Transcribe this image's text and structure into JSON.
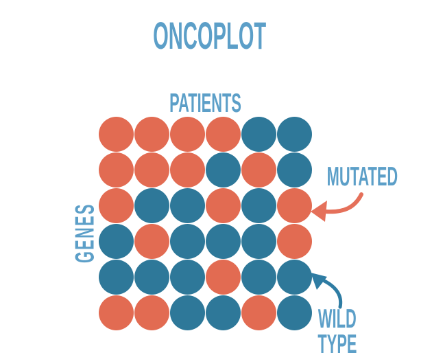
{
  "title": "ONCOPLOT",
  "labels": {
    "patients": "PATIENTS",
    "genes": "GENES",
    "mutated": "MUTATED",
    "wild_type_line1": "WILD",
    "wild_type_line2": "TYPE"
  },
  "colors": {
    "mutated": "#E26B52",
    "wild_type": "#2E7899",
    "label_text": "#5C9FC8",
    "mutated_arrow": "#E5705A",
    "wild_type_arrow": "#2E7CA3",
    "background": "#FFFFFF"
  },
  "chart_data": {
    "type": "heatmap",
    "title": "ONCOPLOT",
    "xlabel": "PATIENTS",
    "ylabel": "GENES",
    "rows": 6,
    "cols": 6,
    "cell_states": [
      "mutated",
      "wild_type"
    ],
    "legend": [
      {
        "label": "MUTATED",
        "state": "mutated",
        "color": "#E26B52",
        "position": "right-upper"
      },
      {
        "label": "WILD TYPE",
        "state": "wild_type",
        "color": "#2E7899",
        "position": "right-lower"
      }
    ],
    "matrix": [
      [
        "mutated",
        "mutated",
        "mutated",
        "mutated",
        "wild_type",
        "wild_type"
      ],
      [
        "mutated",
        "mutated",
        "mutated",
        "wild_type",
        "mutated",
        "wild_type"
      ],
      [
        "mutated",
        "wild_type",
        "wild_type",
        "mutated",
        "wild_type",
        "mutated"
      ],
      [
        "wild_type",
        "mutated",
        "wild_type",
        "wild_type",
        "wild_type",
        "mutated"
      ],
      [
        "wild_type",
        "wild_type",
        "wild_type",
        "mutated",
        "wild_type",
        "wild_type"
      ],
      [
        "mutated",
        "mutated",
        "wild_type",
        "wild_type",
        "mutated",
        "wild_type"
      ]
    ],
    "annotations": [
      {
        "label": "MUTATED",
        "points_to": {
          "row": 3,
          "col": 6
        }
      },
      {
        "label": "WILD TYPE",
        "points_to": {
          "row": 5,
          "col": 6
        }
      }
    ]
  }
}
